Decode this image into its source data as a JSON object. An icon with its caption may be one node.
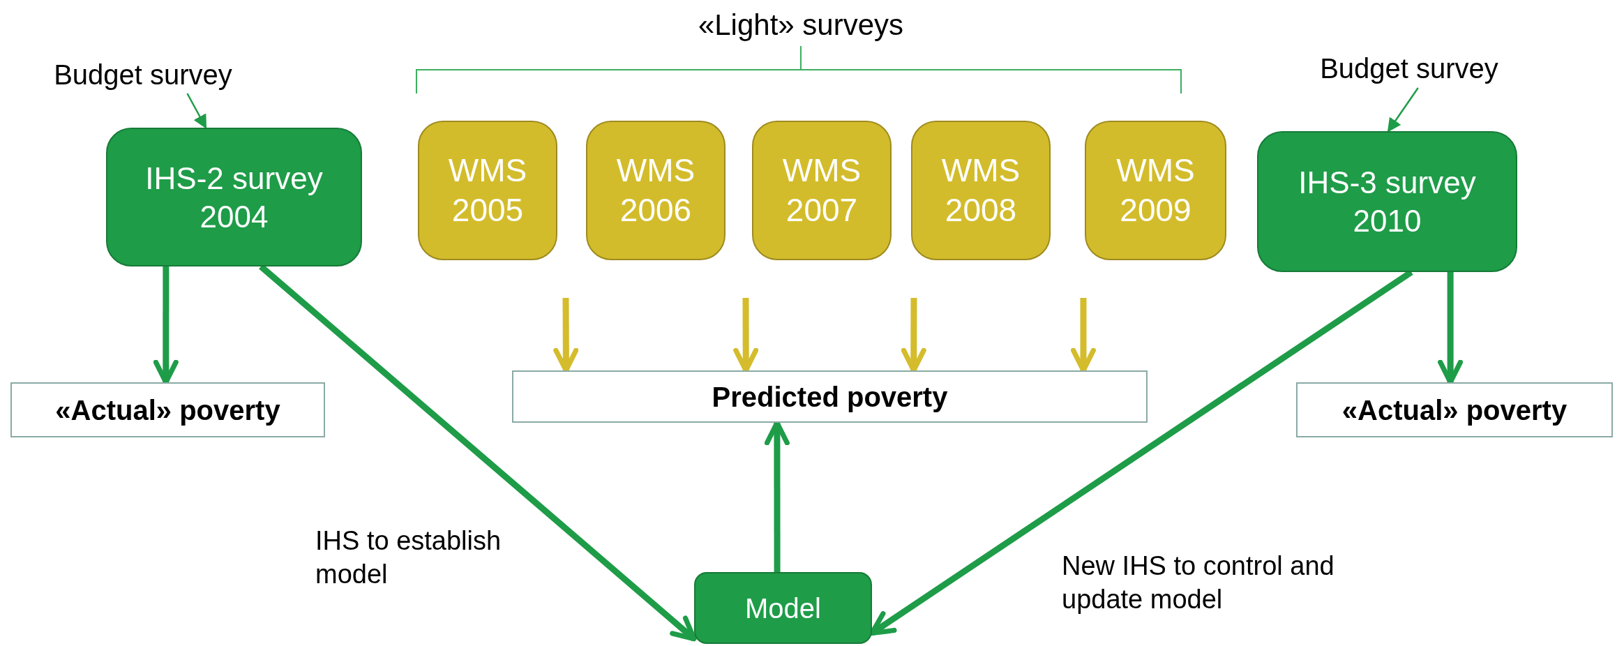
{
  "diagram": {
    "nodes": [
      {
        "text": [
          "Budget survey"
        ]
      },
      {
        "text": [
          "IHS-2 survey 2004"
        ]
      },
      {
        "text": [
          "WMS 2005"
        ]
      },
      {
        "text": [
          "WMS 2006"
        ]
      },
      {
        "text": [
          "WMS 2007"
        ]
      },
      {
        "text": [
          "WMS 2008"
        ]
      },
      {
        "text": [
          "WMS 2009"
        ]
      },
      {
        "text": [
          "Budget survey"
        ]
      },
      {
        "text": [
          "IHS-3 survey 2010"
        ]
      },
      {
        "text": [
          "«Actual» poverty"
        ]
      },
      {
        "text": [
          "Predicted poverty"
        ]
      },
      {
        "text": [
          "«Actual» poverty"
        ]
      },
      {
        "text": [
          "Model"
        ]
      }
    ],
    "edges": [
      {
        "from": 0,
        "to": 1,
        "arrow": "to"
      },
      {
        "from": 7,
        "to": 8,
        "arrow": "to"
      },
      {
        "from": 1,
        "to": 9,
        "arrow": "to"
      },
      {
        "from": 8,
        "to": 11,
        "arrow": "to"
      },
      {
        "from": null,
        "to": 10,
        "arrow": "to",
        "color": "#d4bc2c"
      },
      {
        "from": null,
        "to": 10,
        "arrow": "to",
        "color": "#d4bc2c"
      },
      {
        "from": null,
        "to": 10,
        "arrow": "to",
        "color": "#d4bc2c"
      },
      {
        "from": null,
        "to": 10,
        "arrow": "to",
        "color": "#d4bc2c"
      },
      {
        "from": 1,
        "to": 12,
        "arrow": "to",
        "label": "IHS to establish model"
      },
      {
        "from": 8,
        "to": 12,
        "arrow": "to",
        "label": "New IHS to control and update model"
      },
      {
        "from": 12,
        "to": 10,
        "arrow": "to"
      }
    ],
    "labels": [
      "«Light» surveys"
    ]
  }
}
